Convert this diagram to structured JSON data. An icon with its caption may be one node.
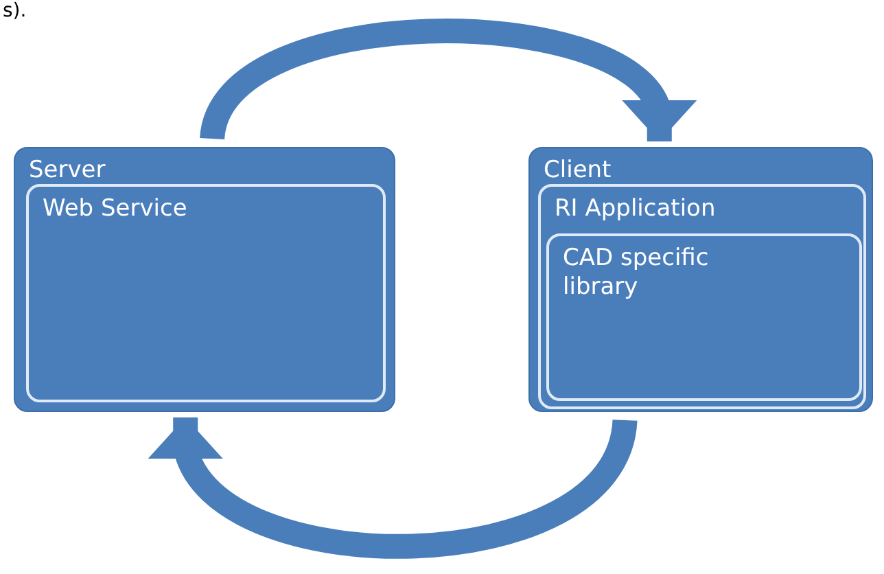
{
  "diagram": {
    "nodes": [
      {
        "text": [
          "Server"
        ]
      },
      {
        "text": [
          "Web Service"
        ],
        "in": 0
      },
      {
        "text": [
          "Client"
        ]
      },
      {
        "text": [
          "RI Application"
        ],
        "in": 2
      },
      {
        "text": [
          "CAD specific library"
        ],
        "in": 3
      }
    ],
    "edges": [
      {
        "from": 0,
        "to": 2,
        "arrow": "to"
      },
      {
        "from": 2,
        "to": 0,
        "arrow": "to"
      }
    ],
    "labels": [
      "s)."
    ]
  }
}
